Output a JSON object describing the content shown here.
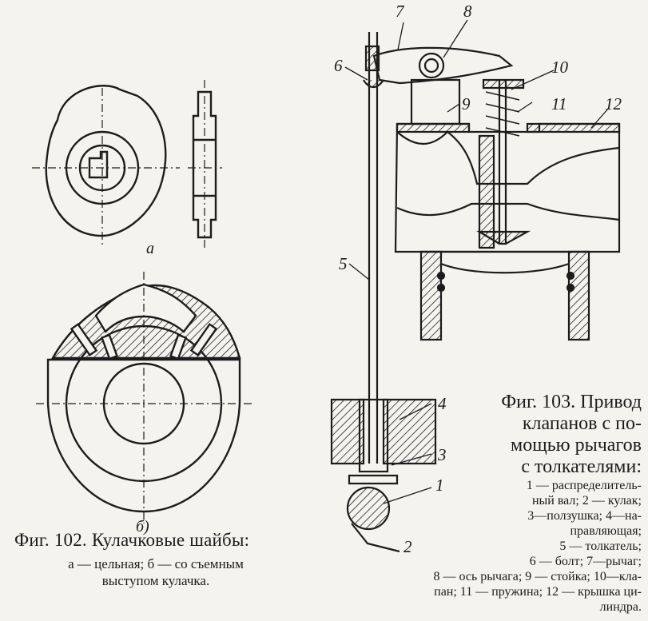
{
  "figures": {
    "fig102": {
      "caption": "Фиг. 102. Кулачковые шайбы:",
      "legend_lines": [
        "а — цельная; б — со съемным",
        "выступом кулачка."
      ],
      "sub_labels": {
        "a": "а",
        "b": "б)"
      }
    },
    "fig103": {
      "caption_lines": [
        "Фиг. 103. Привод",
        "клапанов с по-",
        "мощью рычагов",
        "с толкателями:"
      ],
      "legend_lines": [
        "1 — распределитель-",
        "ный вал; 2 — кулак;",
        "3—ползушка; 4—на-",
        "правляющая;",
        "5 — толкатель;",
        "6 — болт; 7—рычаг;",
        "8 — ось рычага; 9 — стойка; 10—кла-",
        "пан; 11 — пружина; 12 — крышка ци-",
        "линдра."
      ],
      "callouts": [
        "1",
        "2",
        "3",
        "4",
        "5",
        "6",
        "7",
        "8",
        "9",
        "10",
        "11",
        "12"
      ]
    }
  }
}
